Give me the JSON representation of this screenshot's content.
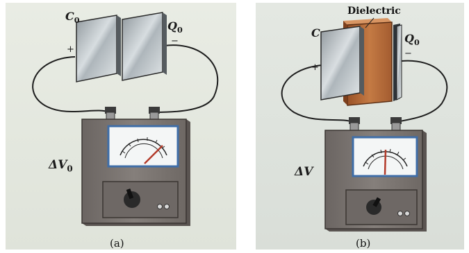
{
  "panel_a": {
    "capacitance_label": "C",
    "capacitance_sub": "0",
    "charge_label": "Q",
    "charge_sub": "0",
    "plus": "+",
    "minus": "−",
    "voltage_label": "ΔV",
    "voltage_sub": "0",
    "caption": "(a)"
  },
  "panel_b": {
    "dielectric_label": "Dielectric",
    "capacitance_label": "C",
    "charge_label": "Q",
    "charge_sub": "0",
    "plus": "+",
    "minus": "−",
    "voltage_label": "ΔV",
    "caption": "(b)"
  },
  "colors": {
    "plate": "#b9c1c6",
    "dielectric": "#b86a3a",
    "meter_body": "#7a7470",
    "needle": "#c0392b"
  }
}
